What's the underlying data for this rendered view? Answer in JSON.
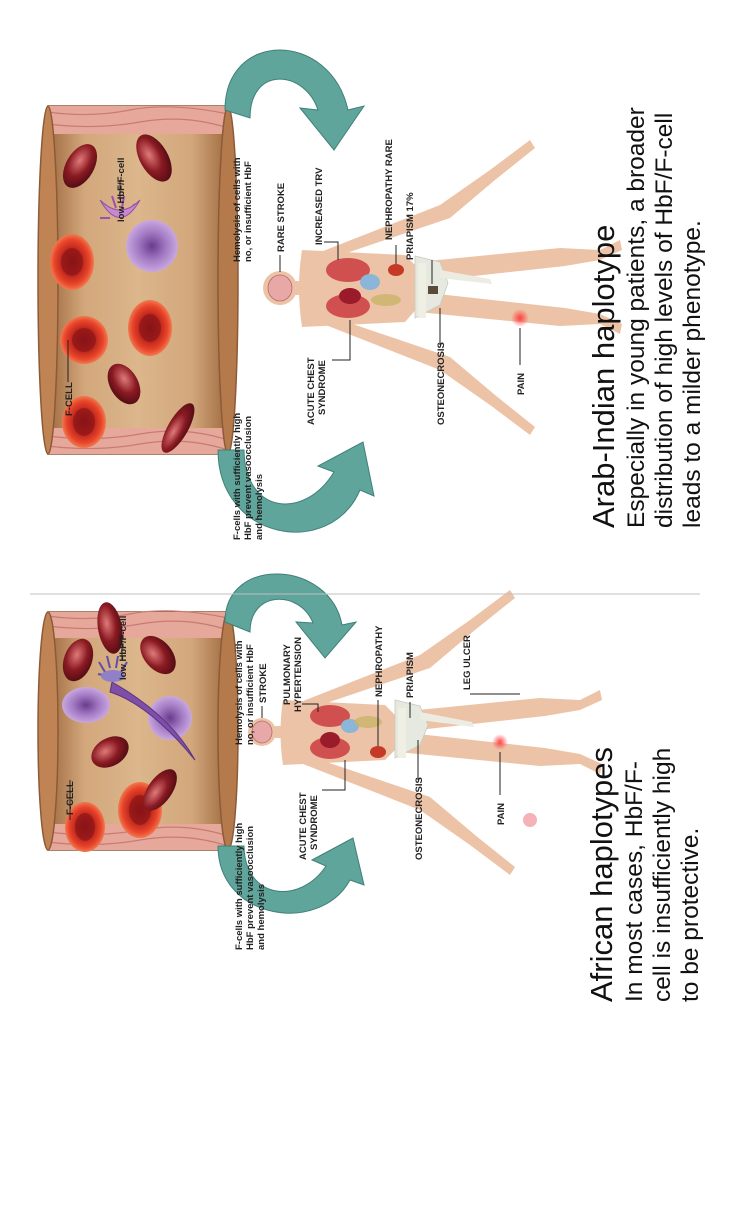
{
  "colors": {
    "vessel": "#c89a6a",
    "vessel_dark": "#a86f45",
    "vessel_wall": "#e9b4a8",
    "arrow": "#5fa59b",
    "arrow_dark": "#3f8078",
    "rbc_red": "#d8361f",
    "rbc_dark": "#8a1a22",
    "sickle_purple": "#8e5fb1",
    "body": "#edc3a7",
    "divider": "#b8b8b8"
  },
  "panels": [
    {
      "id": "african",
      "labels": {
        "f_cell": "F-CELL",
        "low_hbf": "low HbF/F-cell",
        "f_cells_note": [
          "F-cells with sufficiently high",
          "HbF prevent vasoocclusion",
          "and hemolysis"
        ],
        "hemolysis_note": [
          "Hemolysis of cells with",
          "no, or insufficient HbF"
        ],
        "acute_chest": [
          "ACUTE CHEST",
          "SYNDROME"
        ],
        "stroke": "STROKE",
        "pulmonary": [
          "PULMONARY",
          "HYPERTENSION"
        ],
        "nephropathy": "NEPHROPATHY",
        "priapism": "PRIAPISM",
        "leg_ulcer": "LEG ULCER",
        "osteonecrosis": "OSTEONECROSIS",
        "pain": "PAIN"
      },
      "caption": {
        "title": "African haplotypes",
        "lines": [
          "In most cases, HbF/F-",
          "cell is insufficiently high",
          "to be protective."
        ]
      }
    },
    {
      "id": "arab_indian",
      "labels": {
        "f_cell": "F-CELL",
        "low_hbf": "low HbF/F-cell",
        "f_cells_note": [
          "F-cells with sufficiently high",
          "HbF prevent vasoocclusion",
          "and hemolysis"
        ],
        "hemolysis_note": [
          "Hemolysis of cells with",
          "no, or insufficient HbF"
        ],
        "acute_chest": [
          "ACUTE CHEST",
          "SYNDROME"
        ],
        "rare_stroke": "RARE STROKE",
        "increased_trv": "INCREASED TRV",
        "nephropathy_rare": "NEPHROPATHY RARE",
        "priapism": "PRIAPISM 17%",
        "osteonecrosis": "OSTEONECROSIS",
        "pain": "PAIN"
      },
      "caption": {
        "title": "Arab-Indian haplotype",
        "lines": [
          "Especially in young patients, a broader",
          "distribution of high levels of HbF/F-cell",
          "leads to a milder phenotype."
        ]
      }
    }
  ]
}
